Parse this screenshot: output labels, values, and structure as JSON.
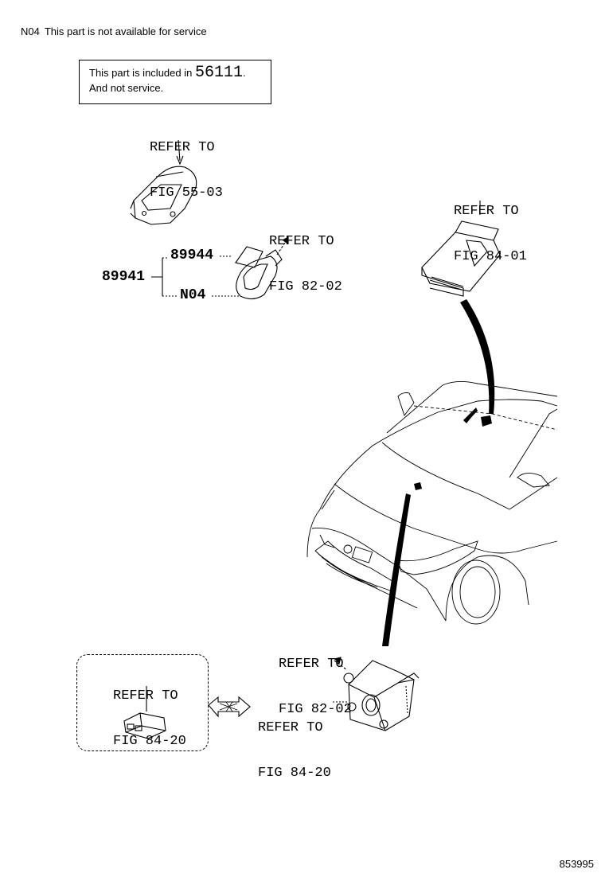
{
  "note": {
    "code": "N04",
    "text": "This part is not available for service"
  },
  "notice": {
    "line1": "This part is included in",
    "part_no": "56111",
    "period": ".",
    "line2": "And not service."
  },
  "refs": {
    "fig_55_03": {
      "line1": "REFER TO",
      "line2": "FIG 55-03"
    },
    "fig_82_02_top": {
      "line1": "REFER TO",
      "line2": "FIG 82-02"
    },
    "fig_84_01": {
      "line1": "REFER TO",
      "line2": "FIG 84-01"
    },
    "fig_82_02_bottom": {
      "line1": "REFER TO",
      "line2": "FIG 82-02"
    },
    "fig_84_20_box": {
      "line1": "REFER TO",
      "line2": "FIG 84-20"
    },
    "fig_84_20_mid": {
      "line1": "REFER TO",
      "line2": "FIG 84-20"
    }
  },
  "parts": {
    "p89941": "89941",
    "p89944": "89944",
    "pN04": "N04"
  },
  "figure_id": "853995"
}
